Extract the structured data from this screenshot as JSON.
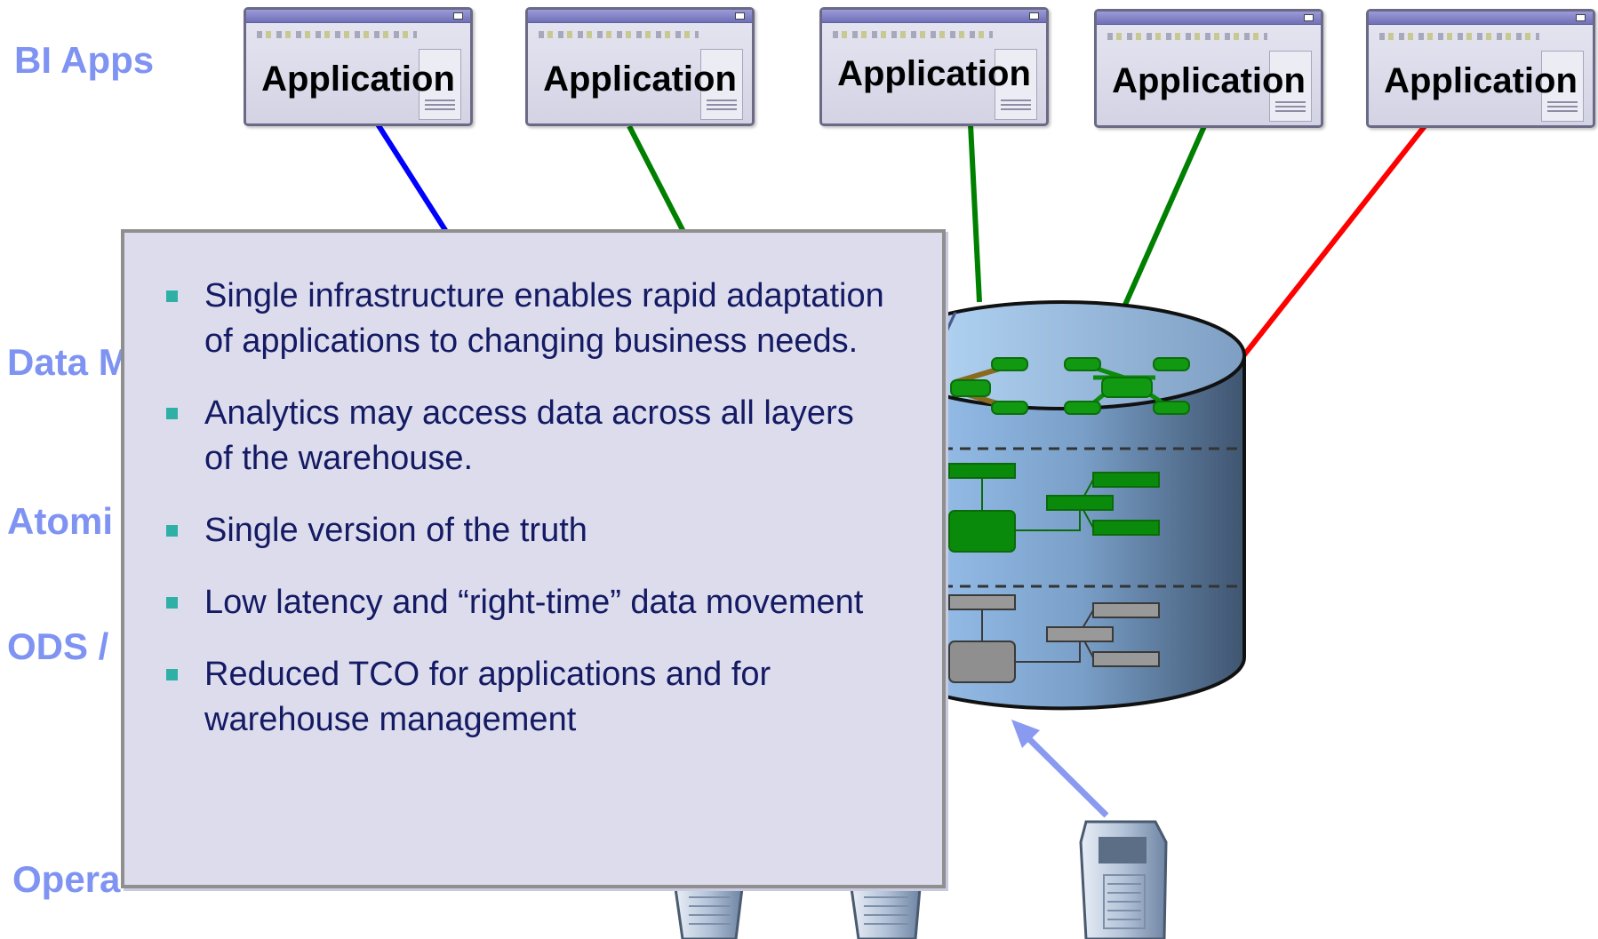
{
  "layer_labels": {
    "bi_apps": "BI Apps",
    "data_marts": "Data M",
    "atomic": "Atomi",
    "ods": "ODS /",
    "operational": "Opera"
  },
  "applications": [
    {
      "label": "Application",
      "link_color": "#0000ff"
    },
    {
      "label": "Application",
      "link_color": "#008000"
    },
    {
      "label": "Application",
      "link_color": "#008000"
    },
    {
      "label": "Application",
      "link_color": "#008000"
    },
    {
      "label": "Application",
      "link_color": "#ff0000"
    }
  ],
  "callout": {
    "bullets": [
      "Single infrastructure enables rapid adaptation of applications to changing business needs.",
      "Analytics may access data across all layers of the warehouse.",
      "Single version of the truth",
      "Low latency and “right-time” data movement",
      "Reduced TCO for applications and for warehouse management"
    ]
  },
  "colors": {
    "layer_label": "#7f93f2",
    "callout_bg": "#dcdced",
    "callout_text": "#141a63",
    "bullet": "#2fb0a6",
    "arrow": "#8a9af0"
  },
  "icons": [
    "application-window-icon",
    "database-cylinder-icon",
    "server-icon"
  ]
}
